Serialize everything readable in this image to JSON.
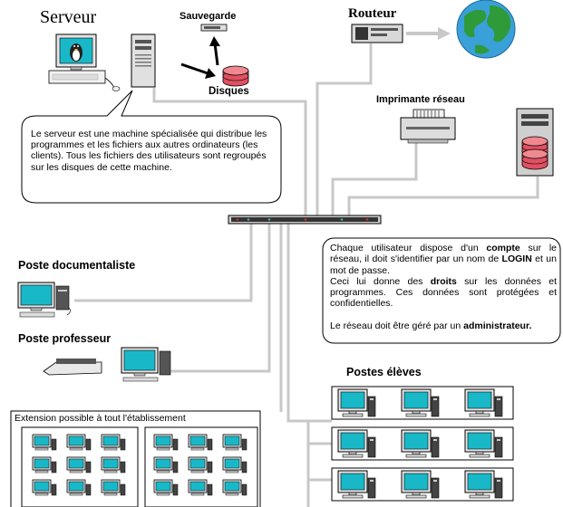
{
  "labels": {
    "serveur": "Serveur",
    "sauvegarde": "Sauvegarde",
    "disques": "Disques",
    "routeur": "Routeur",
    "imprimante": "Imprimante réseau",
    "poste_doc": "Poste documentaliste",
    "poste_prof": "Poste professeur",
    "postes_eleves": "Postes élèves",
    "extension": "Extension possible à tout l'établissement"
  },
  "server_bubble": "Le serveur est une machine spécialisée qui distribue les programmes et les fichiers aux autres ordinateurs (les clients). Tous les fichiers des utilisateurs sont regroupés sur les disques de cette machine.",
  "network_note": {
    "l1_a": "Chaque utilisateur dispose d'un ",
    "l1_b": "compte",
    "l1_c": " sur le réseau, il doit s'identifier par un nom de ",
    "l1_d": "LOGIN",
    "l1_e": " et un mot de passe.",
    "l2_a": "Ceci lui donne des ",
    "l2_b": "droits",
    "l2_c": " sur les données et programmes. Ces données sont protégées et confidentielles.",
    "l3_a": "Le réseau doit être géré par un ",
    "l3_b": "administrateur."
  },
  "colors": {
    "cable": "#c8c8c8",
    "screen": "#19b8c8",
    "disk": "#e05060",
    "globe_water": "#3aa0d8",
    "globe_land": "#2e9a3a"
  }
}
